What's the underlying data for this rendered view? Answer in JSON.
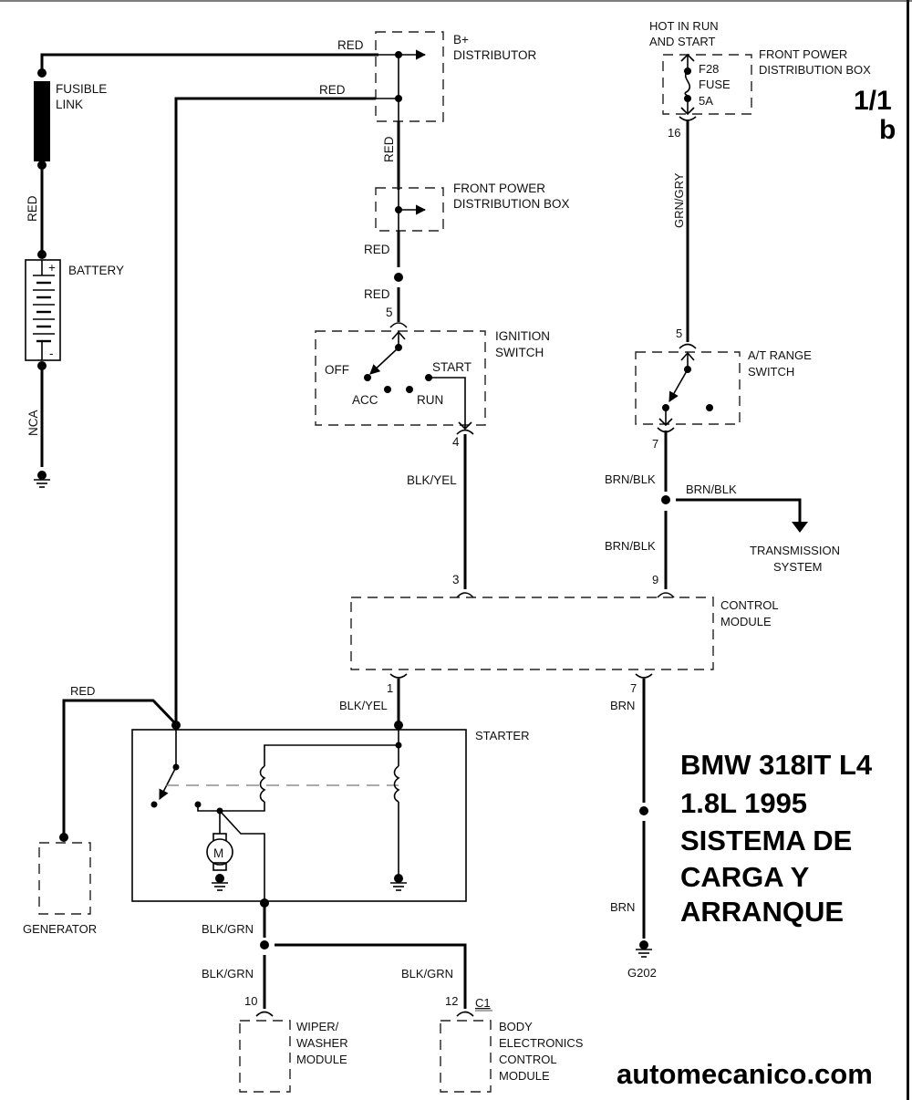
{
  "page_indicator": {
    "number": "1/1",
    "suffix": "b"
  },
  "title_block": {
    "lines": [
      "BMW 318IT L4",
      "1.8L 1995",
      "SISTEMA DE",
      "CARGA Y",
      "ARRANQUE"
    ]
  },
  "watermark": "automecanico.com",
  "components": {
    "fusible_link": {
      "line1": "FUSIBLE",
      "line2": "LINK"
    },
    "battery": {
      "label": "BATTERY",
      "plus": "+",
      "minus": "-"
    },
    "b_plus_distributor": {
      "line1": "B+",
      "line2": "DISTRIBUTOR"
    },
    "front_power_box_1": {
      "line1": "FRONT POWER",
      "line2": "DISTRIBUTION BOX"
    },
    "front_power_box_2": {
      "line1": "FRONT POWER",
      "line2": "DISTRIBUTION BOX"
    },
    "hot_note": {
      "line1": "HOT IN RUN",
      "line2": "AND START"
    },
    "fuse": {
      "id": "F28",
      "type": "FUSE",
      "rating": "5A"
    },
    "ignition_switch": {
      "line1": "IGNITION",
      "line2": "SWITCH",
      "positions": {
        "off": "OFF",
        "acc": "ACC",
        "run": "RUN",
        "start": "START"
      }
    },
    "at_range_switch": {
      "line1": "A/T RANGE",
      "line2": "SWITCH"
    },
    "transmission_system": {
      "line1": "TRANSMISSION",
      "line2": "SYSTEM"
    },
    "control_module": {
      "line1": "CONTROL",
      "line2": "MODULE"
    },
    "starter": {
      "label": "STARTER",
      "motor": "M"
    },
    "generator": {
      "label": "GENERATOR"
    },
    "wiper_module": {
      "line1": "WIPER/",
      "line2": "WASHER",
      "line3": "MODULE"
    },
    "body_module": {
      "line1": "BODY",
      "line2": "ELECTRONICS",
      "line3": "CONTROL",
      "line4": "MODULE",
      "connector": "C1"
    },
    "ground_g202": {
      "label": "G202"
    }
  },
  "wire_labels": {
    "red_top": "RED",
    "red_second": "RED",
    "red_fusible_battery": "RED",
    "nca": "NCA",
    "red_vertical": "RED",
    "red_below_box": "RED",
    "red_above_ign": "RED",
    "blk_yel_ign": "BLK/YEL",
    "grn_gry": "GRN/GRY",
    "brn_blk_1": "BRN/BLK",
    "brn_blk_branch": "BRN/BLK",
    "brn_blk_2": "BRN/BLK",
    "blk_yel_starter": "BLK/YEL",
    "brn_1": "BRN",
    "brn_2": "BRN",
    "red_generator": "RED",
    "blk_grn_1": "BLK/GRN",
    "blk_grn_2": "BLK/GRN",
    "blk_grn_3": "BLK/GRN"
  },
  "pins": {
    "ign_in": "5",
    "ign_out": "4",
    "fuse_out": "16",
    "atr_in": "5",
    "atr_out": "7",
    "cm_3": "3",
    "cm_9": "9",
    "cm_1": "1",
    "cm_7": "7",
    "wiper": "10",
    "body": "12"
  }
}
